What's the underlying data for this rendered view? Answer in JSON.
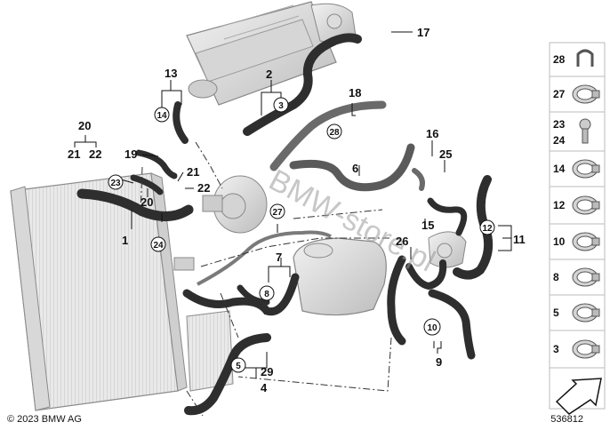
{
  "copyright": "© 2023 BMW AG",
  "part_number": "536812",
  "watermark": "BMW-store.pl",
  "callouts": {
    "c1": "1",
    "c2": "2",
    "c3": "3",
    "c4": "4",
    "c5": "5",
    "c6": "6",
    "c7": "7",
    "c8": "8",
    "c9": "9",
    "c10": "10",
    "c11": "11",
    "c12": "12",
    "c13": "13",
    "c14": "14",
    "c15": "15",
    "c16": "16",
    "c17": "17",
    "c18": "18",
    "c19": "19",
    "c20a": "20",
    "c20b": "20",
    "c21a": "21",
    "c21b": "21",
    "c22a": "22",
    "c22b": "22",
    "c23": "23",
    "c24": "24",
    "c25": "25",
    "c26": "26",
    "c27": "27",
    "c28": "28",
    "c29": "29"
  },
  "legend": [
    "28",
    "27",
    "23",
    "24",
    "14",
    "12",
    "10",
    "8",
    "5",
    "3"
  ]
}
